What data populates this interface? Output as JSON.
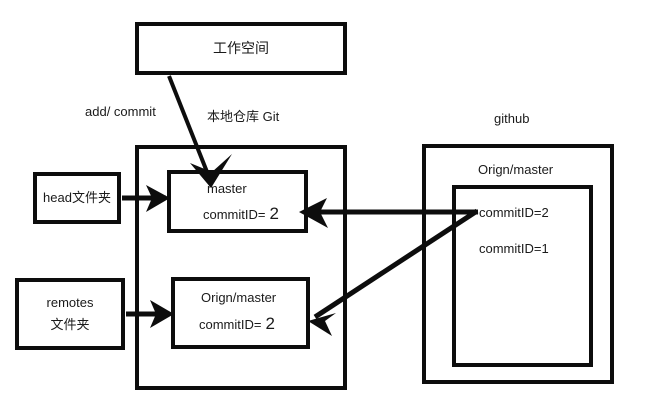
{
  "diagram": {
    "title_workspace": "工作空间",
    "label_add_commit": "add/ commit",
    "label_local_repo": "本地仓库 Git",
    "label_github": "github",
    "boxes": {
      "workspace": {
        "text": "工作空间"
      },
      "head_folder": {
        "text": "head文件夹"
      },
      "remotes_folder": {
        "line1": "remotes",
        "line2": "文件夹"
      },
      "local_master": {
        "name": "master",
        "commit_label": "commitID=",
        "commit_value": "2"
      },
      "local_origin_master": {
        "name": "Orign/master",
        "commit_label": "commitID=",
        "commit_value": "2"
      },
      "github_origin_master": {
        "name": "Orign/master",
        "commit_2": "commitID=2",
        "commit_1": "commitID=1"
      }
    },
    "colors": {
      "stroke": "#0d0d0d",
      "text": "#1a1a1a",
      "background": "#ffffff"
    }
  }
}
